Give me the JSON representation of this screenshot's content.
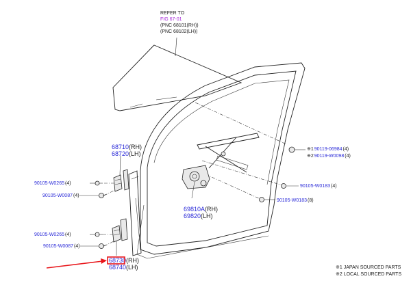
{
  "refer": {
    "line1": "REFER TO",
    "fig": "FIG 67-01",
    "line3": "(PNC 68101(RH))",
    "line4": "(PNC 68102(LH))"
  },
  "parts": {
    "hinge_upper": {
      "rh": "68710",
      "rh_suffix": "(RH)",
      "lh": "68720",
      "lh_suffix": "(LH)"
    },
    "regulator": {
      "rh": "69810A",
      "rh_suffix": "(RH)",
      "lh": "69820",
      "lh_suffix": "(LH)"
    },
    "hinge_lower": {
      "rh": "68730",
      "rh_suffix": "(RH)",
      "lh": "68740",
      "lh_suffix": "(LH)"
    }
  },
  "bolts": {
    "upper_right_1": {
      "mark": "※1",
      "part": "90119-06984",
      "qty": "(4)"
    },
    "upper_right_2": {
      "mark": "※2",
      "part": "90119-W0098",
      "qty": "(4)"
    },
    "left_1": {
      "part": "90105-W0265",
      "qty": "(4)"
    },
    "left_2": {
      "part": "90105-W0087",
      "qty": "(4)"
    },
    "left_3": {
      "part": "90105-W0265",
      "qty": "(4)"
    },
    "left_4": {
      "part": "90105-W0087",
      "qty": "(4)"
    },
    "right_mid": {
      "part": "90105-W0183",
      "qty": "(4)"
    },
    "right_low": {
      "part": "90105-W0183",
      "qty": "(8)"
    }
  },
  "legend": {
    "note1": "※1 JAPAN SOURCED PARTS",
    "note2": "※2 LOCAL SOURCED PARTS"
  },
  "colors": {
    "part_number_blue": "#2a2ad8",
    "fig_ref_purple": "#a62ad8",
    "highlight_red": "#e8161b"
  }
}
